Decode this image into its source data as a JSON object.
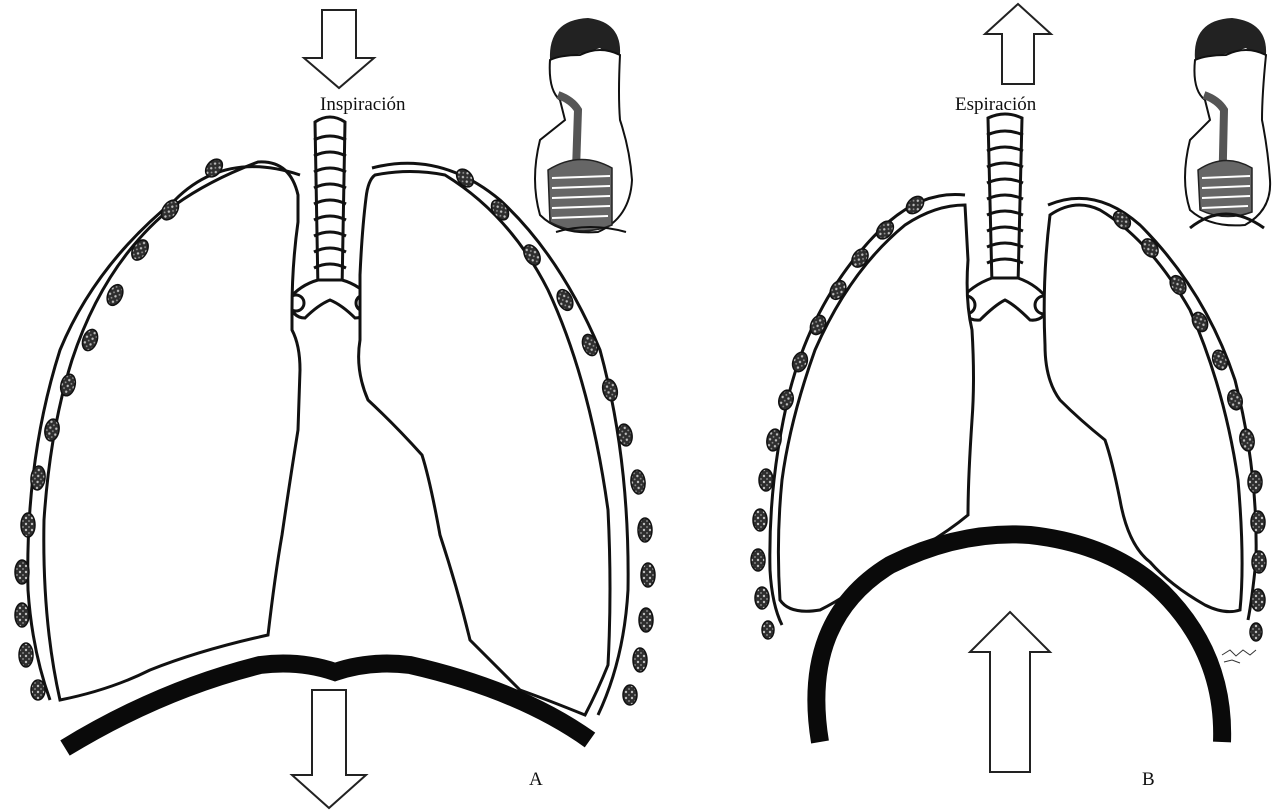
{
  "panel_a": {
    "phase_label": "Inspiración",
    "panel_letter": "A"
  },
  "panel_b": {
    "phase_label": "Espiración",
    "panel_letter": "B"
  },
  "colors": {
    "outline": "#111111",
    "diaphragm": "#0a0a0a",
    "rib": "#3a3a3a",
    "airway_dark": "#555555",
    "background": "#ffffff"
  }
}
